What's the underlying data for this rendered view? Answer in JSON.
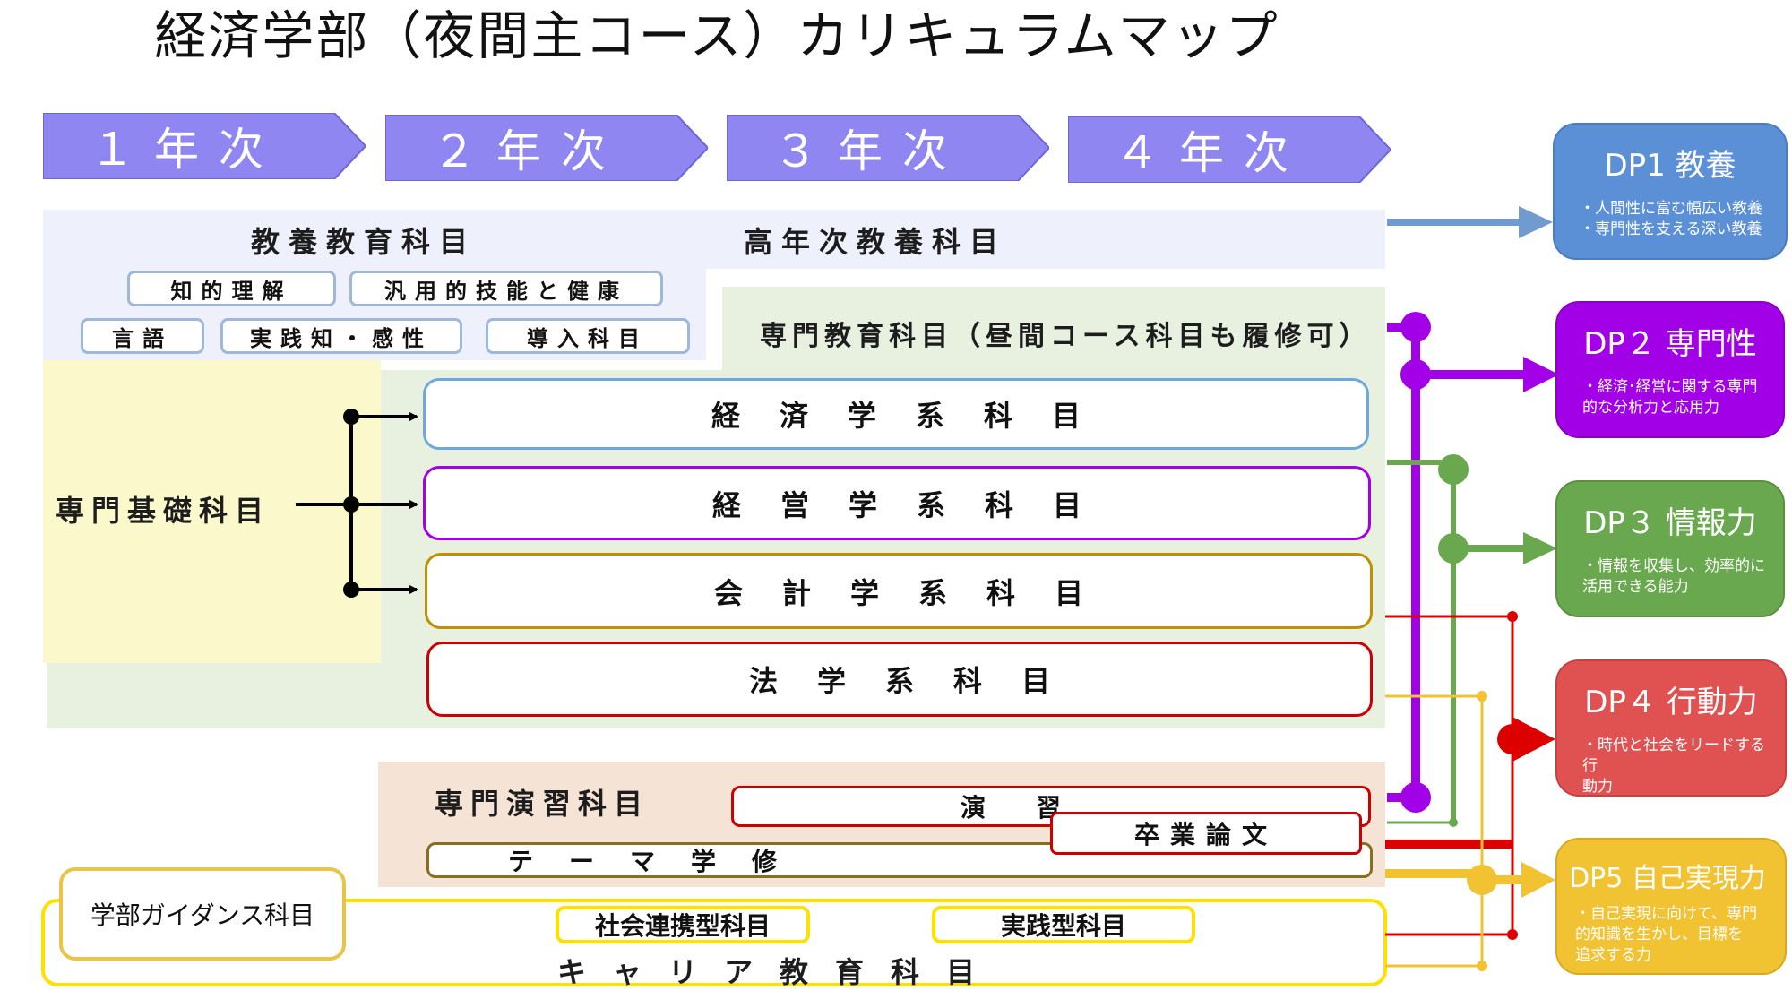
{
  "title": "経済学部（夜間主コース）カリキュラムマップ",
  "years": [
    {
      "label": "１年次"
    },
    {
      "label": "２年次"
    },
    {
      "label": "３年次"
    },
    {
      "label": "４年次"
    }
  ],
  "liberal": {
    "heading": "教養教育科目",
    "upper_heading": "高年次教養科目",
    "items": [
      "知的理解",
      "汎用的技能と健康",
      "言語",
      "実践知・感性",
      "導入科目"
    ]
  },
  "specialized": {
    "heading": "専門教育科目（昼間コース科目も履修可）",
    "foundation": "専門基礎科目",
    "subjects": [
      "経済学系科目",
      "経営学系科目",
      "会計学系科目",
      "法学系科目"
    ]
  },
  "seminar": {
    "heading": "専門演習科目",
    "enshu": "演　　習",
    "thesis": "卒業論文",
    "theme": "テ　ー　マ　学　修"
  },
  "career": {
    "guidance": "学部ガイダンス科目",
    "social": "社会連携型科目",
    "practice": "実践型科目",
    "heading": "キャリア教育科目"
  },
  "dps": [
    {
      "title": "DP1 教養",
      "desc": "・人間性に富む幅広い教養\n・専門性を支える深い教養",
      "color": "#5b8fd6"
    },
    {
      "title": "DP２ 専門性",
      "desc": "・経済･経営に関する専門\n的な分析力と応用力",
      "color": "#a200e6"
    },
    {
      "title": "DP３ 情報力",
      "desc": "・情報を収集し、効率的に\n活用できる能力",
      "color": "#6aa84f"
    },
    {
      "title": "DP４ 行動力",
      "desc": "・時代と社会をリードする行\n動力",
      "color": "#e05252"
    },
    {
      "title": "DP5 自己実現力",
      "desc": "・自己実現に向けて、専門\n的知識を生かし、目標を\n追求する力",
      "color": "#f1c232"
    }
  ],
  "colors": {
    "year_arrow": "#8f86f2",
    "liberal_bg": "#eef0fb",
    "specialized_bg": "#e8f0e0",
    "foundation_bg": "#fbf8cc",
    "seminar_bg": "#f5e4d6",
    "econ_border": "#6fa8dc",
    "mgmt_border": "#a200e6",
    "acct_border": "#bf9000",
    "law_border": "#cc0000",
    "career_border": "#ffe000",
    "blue_line": "#6f9bd1",
    "purple_line": "#a200e6",
    "green_line": "#6aa84f",
    "red_line": "#dd0000",
    "yellow_line": "#f1c232"
  }
}
